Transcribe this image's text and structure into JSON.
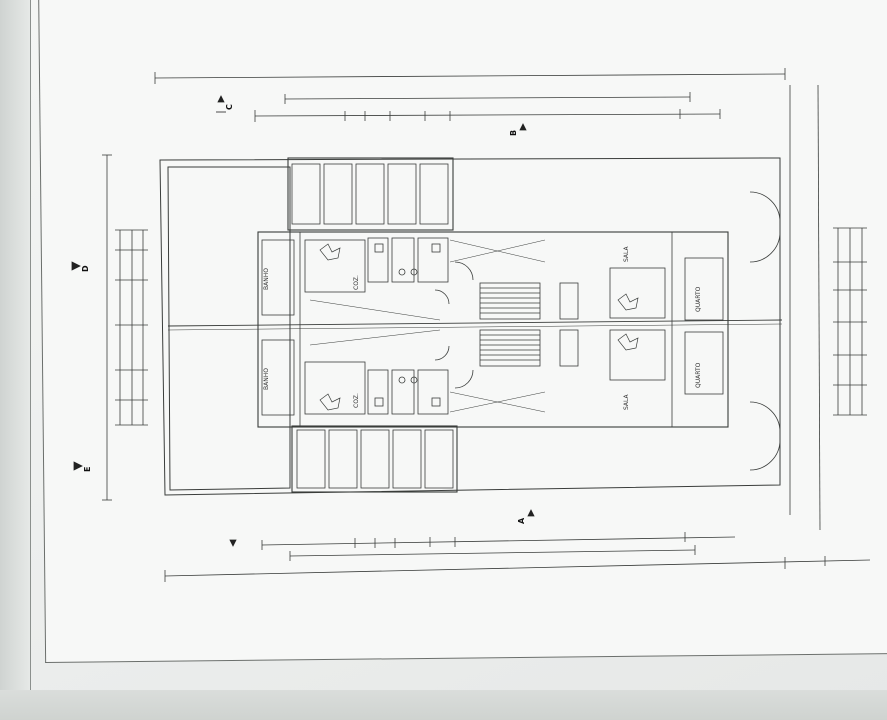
{
  "drawing": {
    "section_markers": [
      "A",
      "B",
      "C",
      "D",
      "E"
    ],
    "room_labels": [
      "BANHO",
      "BANHO",
      "SALA",
      "SALA",
      "QUARTO",
      "QUARTO",
      "COZ.",
      "COZ."
    ]
  },
  "icons": [
    "floor-plan-drawing",
    "stair-icon",
    "tree-symbol-icon",
    "door-swing-icon"
  ]
}
